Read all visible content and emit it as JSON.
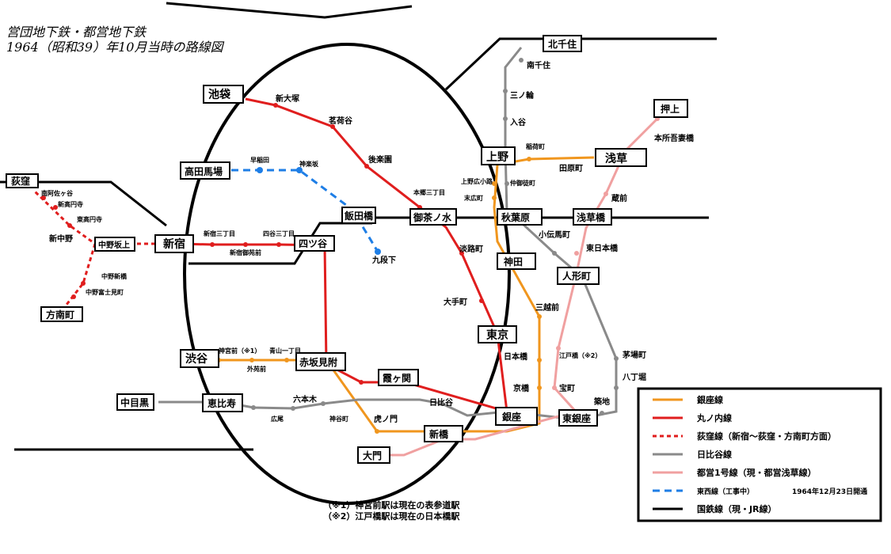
{
  "title": {
    "line1": "営団地下鉄・都営地下鉄",
    "line2": "1964（昭和39）年10月当時の路線図"
  },
  "colors": {
    "ginza": "#f0961e",
    "marunouchi": "#e01e1e",
    "ogikubo": "#e01e1e",
    "hibiya": "#8a8a8a",
    "toei1": "#f0a0a0",
    "tozai": "#1e7ee6",
    "jr": "#000000"
  },
  "stations": {
    "ikebukuro": "池袋",
    "shin_otsuka": "新大塚",
    "myogadani": "茗荷谷",
    "korakuen": "後楽園",
    "hongo_sanchome": "本郷三丁目",
    "ochanomizu": "御茶ノ水",
    "awajicho": "淡路町",
    "otemachi": "大手町",
    "tokyo": "東京",
    "ginza": "銀座",
    "kasumigaseki": "霞ヶ関",
    "akasaka_mitsuke": "赤坂見附",
    "yotsuya": "四ツ谷",
    "yotsuya_sanchome": "四谷三丁目",
    "shinjuku_gyoenmae": "新宿御苑前",
    "shinjuku_sanchome": "新宿三丁目",
    "shinjuku": "新宿",
    "nakano_sakaue": "中野坂上",
    "shin_nakano": "新中野",
    "higashi_koenji": "東高円寺",
    "shin_koenji": "新高円寺",
    "minami_asagaya": "南阿佐ヶ谷",
    "ogikubo": "荻窪",
    "nakano_shimbashi": "中野新橋",
    "nakano_fujimicho": "中野富士見町",
    "honancho": "方南町",
    "shibuya": "渋谷",
    "jingumae": "神宮前（※1）",
    "gaienmae": "外苑前",
    "aoyama_itchome": "青山一丁目",
    "toranomon": "虎ノ門",
    "shimbashi": "新橋",
    "mitsukoshimae": "三越前",
    "kanda": "神田",
    "suehirocho": "末広町",
    "ueno_hirokoji": "上野広小路",
    "ueno": "上野",
    "inaricho": "稲荷町",
    "tawaramachi": "田原町",
    "asakusa": "浅草",
    "kita_senju": "北千住",
    "minami_senju": "南千住",
    "minowa": "三ノ輪",
    "iriya": "入谷",
    "naka_okachimachi": "仲御徒町",
    "akihabara": "秋葉原",
    "kodemmacho": "小伝馬町",
    "ningyocho": "人形町",
    "kayabacho": "茅場町",
    "hatchobori": "八丁堀",
    "tsukiji": "築地",
    "higashi_ginza": "東銀座",
    "hibiya": "日比谷",
    "roppongi": "六本木",
    "kamiyacho": "神谷町",
    "hiroo": "広尾",
    "ebisu": "恵比寿",
    "naka_meguro": "中目黒",
    "oshiage": "押上",
    "honjo_azumabashi": "本所吾妻橋",
    "kuramae": "蔵前",
    "asakusabashi": "浅草橋",
    "higashi_nihombashi": "東日本橋",
    "edobashi": "江戸橋（※2）",
    "takaracho": "宝町",
    "daimon": "大門",
    "nihombashi": "日本橋",
    "kyobashi": "京橋",
    "takadanobaba": "高田馬場",
    "waseda": "早稲田",
    "kagurazaka": "神楽坂",
    "iidabashi": "飯田橋",
    "kudanshita": "九段下"
  },
  "legend": [
    {
      "label": "銀座線",
      "color": "#f0961e",
      "style": "solid"
    },
    {
      "label": "丸ノ内線",
      "color": "#e01e1e",
      "style": "solid"
    },
    {
      "label": "荻窪線（新宿〜荻窪・方南町方面）",
      "color": "#e01e1e",
      "style": "dotted"
    },
    {
      "label": "日比谷線",
      "color": "#8a8a8a",
      "style": "solid"
    },
    {
      "label": "都営1号線（現・都営浅草線）",
      "color": "#f0a0a0",
      "style": "solid"
    },
    {
      "label": "東西線（工事中）",
      "color": "#1e7ee6",
      "style": "dashed",
      "note": "1964年12月23日開通"
    },
    {
      "label": "国鉄線（現・JR線）",
      "color": "#000000",
      "style": "solid"
    }
  ],
  "notes": {
    "note1": "（※1）神宮前駅は現在の表参道駅",
    "note2": "（※2）江戸橋駅は現在の日本橋駅"
  }
}
